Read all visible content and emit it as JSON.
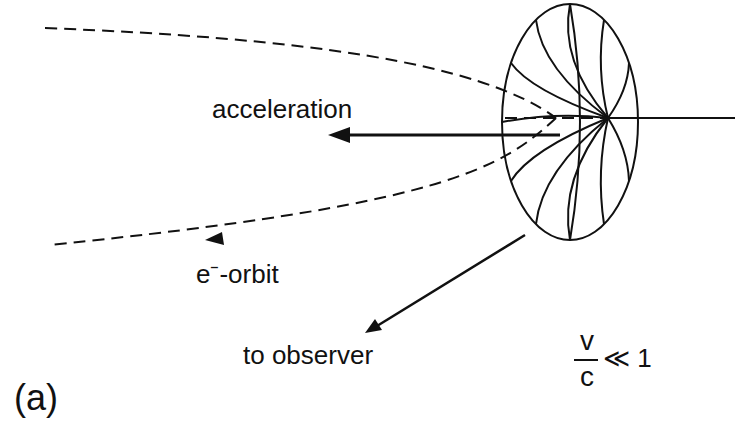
{
  "diagram": {
    "labels": [
      "acceleration",
      "e⁻-orbit",
      "to observer",
      "v",
      "c",
      "≪ 1",
      "(a)"
    ]
  }
}
